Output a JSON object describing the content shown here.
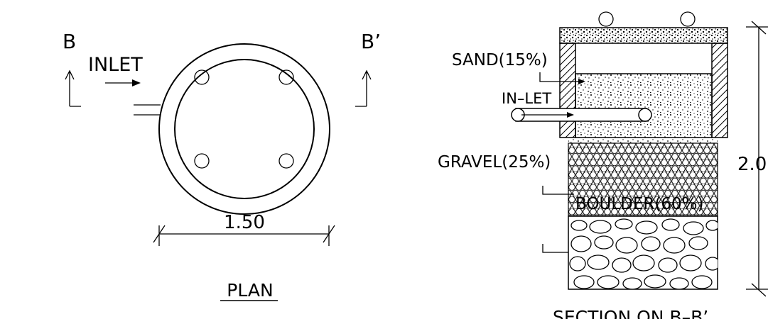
{
  "plan": {
    "section_left": "B",
    "section_right": "B’",
    "inlet": "INLET",
    "dimension": "1.50",
    "title": "PLAN"
  },
  "section": {
    "sand": "SAND(15%)",
    "inlet": "IN–LET",
    "gravel": "GRAVEL(25%)",
    "boulder": "BOULDER(60%)",
    "height": "2.0",
    "title": "SECTION ON B–B’"
  }
}
